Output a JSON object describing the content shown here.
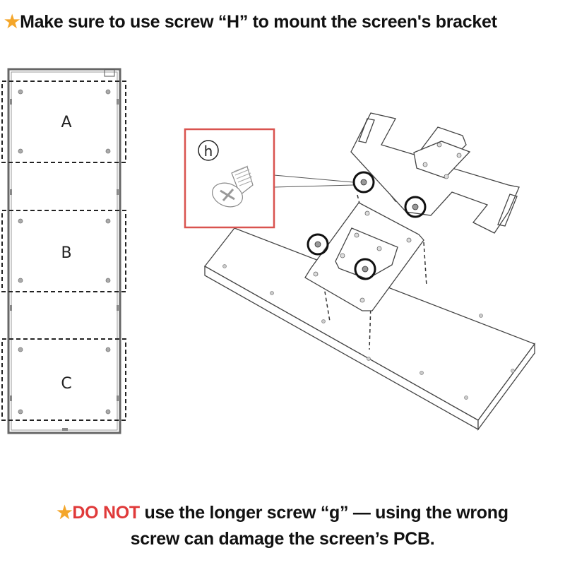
{
  "header": {
    "star_icon": "star-icon",
    "text": "Make sure to use screw “H” to mount the screen's bracket"
  },
  "diagram": {
    "panel_sections": [
      "A",
      "B",
      "C"
    ],
    "screw_label": "h"
  },
  "warning": {
    "star_icon": "star-icon",
    "emphasis": "DO NOT",
    "line1_rest": " use the longer screw “g” — using the wrong",
    "line2": "screw can damage the screen’s PCB."
  },
  "colors": {
    "star": "#f4a62a",
    "warning_red": "#e03a3a",
    "callout_border": "#d9534f"
  }
}
